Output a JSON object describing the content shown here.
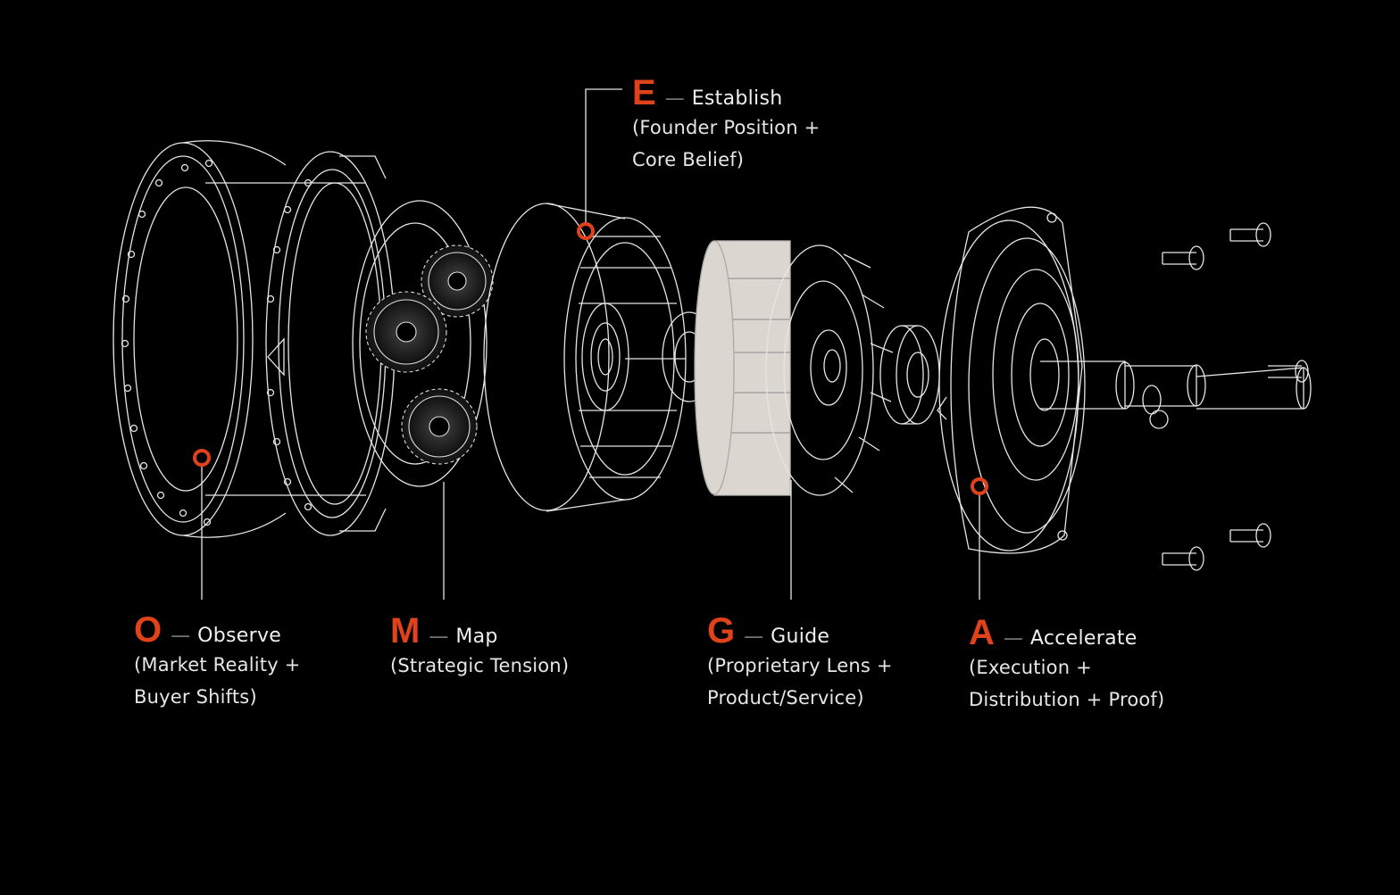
{
  "colors": {
    "background": "#000000",
    "accent": "#e0421b",
    "lineart": "#e8e8e8",
    "stator_fill": "#dcd6d0"
  },
  "labels": {
    "E": {
      "letter": "E",
      "dash": "—",
      "name": "Establish",
      "line1": "(Founder Position +",
      "line2": "Core Belief)"
    },
    "O": {
      "letter": "O",
      "dash": "—",
      "name": "Observe",
      "line1": "(Market Reality +",
      "line2": "Buyer Shifts)"
    },
    "M": {
      "letter": "M",
      "dash": "—",
      "name": "Map",
      "line1": "(Strategic Tension)"
    },
    "G": {
      "letter": "G",
      "dash": "—",
      "name": "Guide",
      "line1": "(Proprietary Lens +",
      "line2": "Product/Service)"
    },
    "A": {
      "letter": "A",
      "dash": "—",
      "name": "Accelerate",
      "line1": "(Execution +",
      "line2": "Distribution + Proof)"
    }
  },
  "parts": [
    "hub-housing",
    "planetary-gears",
    "rotor-magnet-ring",
    "stator-core",
    "end-cover-plate",
    "axle-shaft",
    "mounting-bolts"
  ]
}
